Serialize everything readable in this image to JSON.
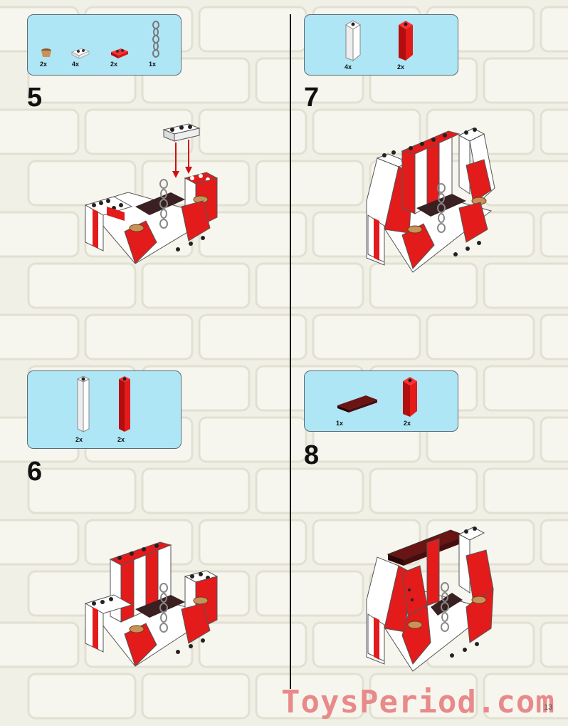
{
  "steps": [
    {
      "number": "5",
      "parts": [
        {
          "qty": "2x",
          "icon": "tan-round-cone-icon"
        },
        {
          "qty": "4x",
          "icon": "white-plate-1x2-icon"
        },
        {
          "qty": "2x",
          "icon": "red-plate-1x2-icon"
        },
        {
          "qty": "1x",
          "icon": "chain-icon"
        }
      ]
    },
    {
      "number": "6",
      "parts": [
        {
          "qty": "2x",
          "icon": "white-tall-brick-icon"
        },
        {
          "qty": "2x",
          "icon": "red-tall-brick-icon"
        }
      ]
    },
    {
      "number": "7",
      "parts": [
        {
          "qty": "4x",
          "icon": "white-slope-brick-icon"
        },
        {
          "qty": "2x",
          "icon": "red-slope-brick-icon"
        }
      ]
    },
    {
      "number": "8",
      "parts": [
        {
          "qty": "1x",
          "icon": "dark-red-tile-icon"
        },
        {
          "qty": "2x",
          "icon": "red-slope-brick-icon"
        }
      ]
    }
  ],
  "watermark": "ToysPeriod.com",
  "page_number": "13",
  "colors": {
    "panel": "#aee6f6",
    "red": "#e31b1b",
    "white": "#fafafa",
    "dark_red": "#4a0d0d",
    "tan": "#c8925a"
  }
}
